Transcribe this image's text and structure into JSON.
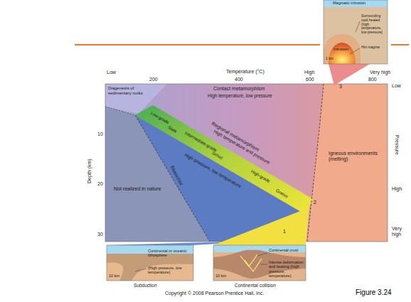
{
  "diagram": {
    "caption": "Figure 3.24",
    "labels": [
      "Magmatic intrusion",
      "Surrounding rock heated (high temperature, low pressure)",
      "Intrusion",
      "Hot magma",
      "1 km",
      "Low",
      "200",
      "Temperature (°C)",
      "400",
      "High",
      "600",
      "800",
      "Very high",
      "Low",
      "Pressure",
      "High",
      "Very high",
      "Depth (km)",
      "10",
      "20",
      "30",
      "Diagenesis of sedimentary rocks",
      "Contact metamorphism",
      "High temperature, low pressure",
      "Regional metamorphism",
      "High temperature and pressure",
      "Low-grade",
      "Slate",
      "Intermediate-grade",
      "Schist",
      "High-grade",
      "Gneiss",
      "High pressure, low temperature",
      "Blueschist",
      "Not realized in nature",
      "Igneous environments (melting)",
      "1",
      "2",
      "3",
      "Continental or oceanic lithosphere",
      "(High pressure, low temperature)",
      "10 km",
      "Subduction",
      "Continental crust",
      "Intense deformation and heating (high pressure, temperature)",
      "10 km",
      "Continental collision",
      "Copyright © 2008 Pearson Prentice Hall, Inc."
    ]
  }
}
